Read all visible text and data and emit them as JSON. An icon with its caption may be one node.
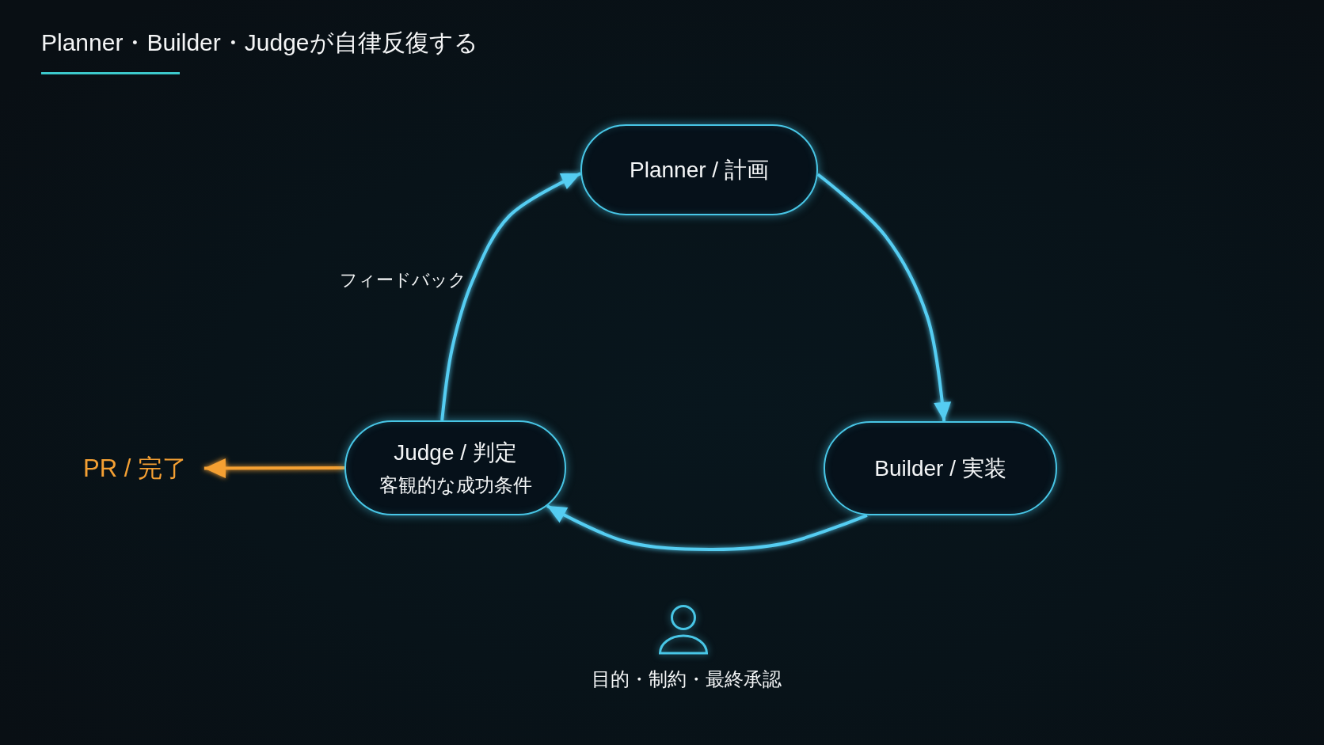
{
  "diagram": {
    "title": "Planner・Builder・Judgeが自律反復する",
    "nodes": [
      {
        "text": [
          "Planner / 計画"
        ]
      },
      {
        "text": [
          "Builder / 実装"
        ]
      },
      {
        "text": [
          "Judge / 判定",
          "客観的な成功条件"
        ]
      },
      {
        "text": [
          "PR / 完了"
        ]
      }
    ],
    "edges": [
      {
        "from": 0,
        "to": 1,
        "arrow": "to"
      },
      {
        "from": 1,
        "to": 2,
        "arrow": "to"
      },
      {
        "from": 2,
        "to": 0,
        "arrow": "to",
        "label": "フィードバック"
      },
      {
        "from": 2,
        "to": 3,
        "arrow": "to",
        "color": "#f5a033"
      }
    ],
    "labels": [
      "目的・制約・最終承認"
    ]
  }
}
